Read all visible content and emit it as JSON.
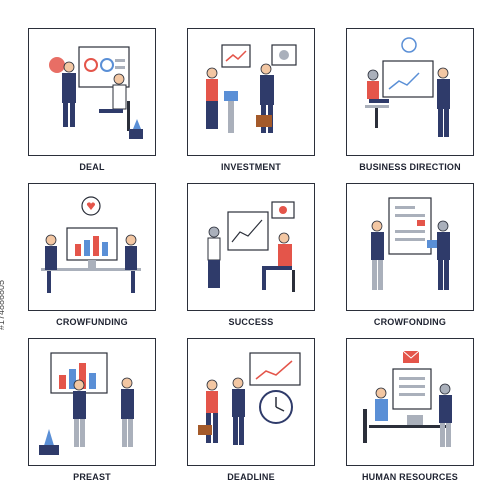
{
  "captions": [
    "DEAL",
    "INVESTMENT",
    "BUSINESS DIRECTION",
    "CROWFUNDING",
    "SUCCESS",
    "CROWFONDING",
    "PREAST",
    "DEADLINE",
    "HUMAN RESOURCES"
  ],
  "stock_id": "#174886805",
  "colors": {
    "navy": "#2f3b6a",
    "red": "#e4554a",
    "blue": "#5a8fd6",
    "skin": "#f3c7a3",
    "line": "#2b2f3a",
    "grey": "#aab0bb"
  }
}
